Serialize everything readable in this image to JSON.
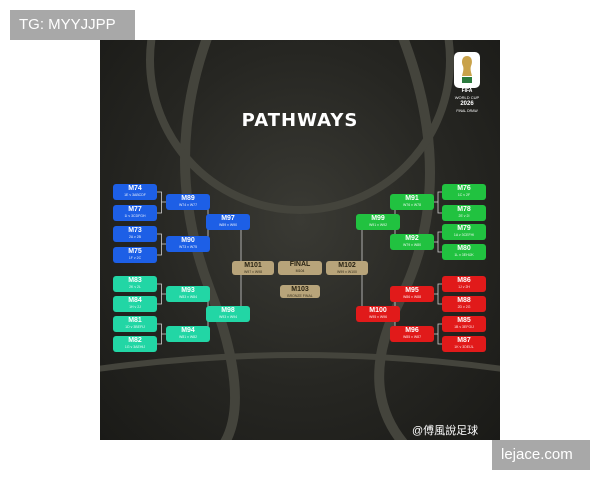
{
  "watermark_top": "TG: MYYJJPP",
  "watermark_bottom": "lejace.com",
  "title": "PATHWAYS",
  "logo": {
    "org": "FIFA",
    "event": "WORLD CUP",
    "year": "2026",
    "subtitle": "FINAL DRAW"
  },
  "credit": "@傅風說足球",
  "colors": {
    "blue": "#1d5fe6",
    "teal": "#22d6a5",
    "green": "#21c240",
    "red": "#e11a1a",
    "gold": "#b8a47a"
  },
  "left": {
    "blue_r32": [
      {
        "match": "M74",
        "teams": "1E v 3ABCDF"
      },
      {
        "match": "M77",
        "teams": "1I v 3CDFGH"
      },
      {
        "match": "M73",
        "teams": "2A v 2B"
      },
      {
        "match": "M75",
        "teams": "1F v 2C"
      }
    ],
    "blue_r16": [
      {
        "match": "M89",
        "teams": "W74 v W77"
      },
      {
        "match": "M90",
        "teams": "W73 v W75"
      }
    ],
    "blue_qf": {
      "match": "M97",
      "teams": "W89 v W90"
    },
    "teal_r32": [
      {
        "match": "M83",
        "teams": "2K v 2L"
      },
      {
        "match": "M84",
        "teams": "1H v 2J"
      },
      {
        "match": "M81",
        "teams": "1D v 3BEFIJ"
      },
      {
        "match": "M82",
        "teams": "1G v 3AEHIJ"
      }
    ],
    "teal_r16": [
      {
        "match": "M93",
        "teams": "W83 v W84"
      },
      {
        "match": "M94",
        "teams": "W81 v W82"
      }
    ],
    "teal_qf": {
      "match": "M98",
      "teams": "W93 v W94"
    },
    "sf": {
      "match": "M101",
      "teams": "W97 v W98"
    }
  },
  "right": {
    "green_r32": [
      {
        "match": "M76",
        "teams": "1C v 2F"
      },
      {
        "match": "M78",
        "teams": "2E v 2I"
      },
      {
        "match": "M79",
        "teams": "1A v 3CEFHI"
      },
      {
        "match": "M80",
        "teams": "1L v 3EHIJK"
      }
    ],
    "green_r16": [
      {
        "match": "M91",
        "teams": "W76 v W78"
      },
      {
        "match": "M92",
        "teams": "W79 v W80"
      }
    ],
    "green_qf": {
      "match": "M99",
      "teams": "W91 v W92"
    },
    "red_r32": [
      {
        "match": "M86",
        "teams": "1J v 2H"
      },
      {
        "match": "M88",
        "teams": "2D v 2G"
      },
      {
        "match": "M85",
        "teams": "1B v 3EFGIJ"
      },
      {
        "match": "M87",
        "teams": "1K v 3DEIJL"
      }
    ],
    "red_r16": [
      {
        "match": "M95",
        "teams": "W86 v W88"
      },
      {
        "match": "M96",
        "teams": "W85 v W87"
      }
    ],
    "red_qf": {
      "match": "M100",
      "teams": "W95 v W96"
    },
    "sf": {
      "match": "M102",
      "teams": "W99 v W100"
    }
  },
  "final": {
    "match": "FINAL",
    "teams": "M104"
  },
  "third_place": {
    "match": "M103",
    "teams": "BRONZE FINAL"
  }
}
